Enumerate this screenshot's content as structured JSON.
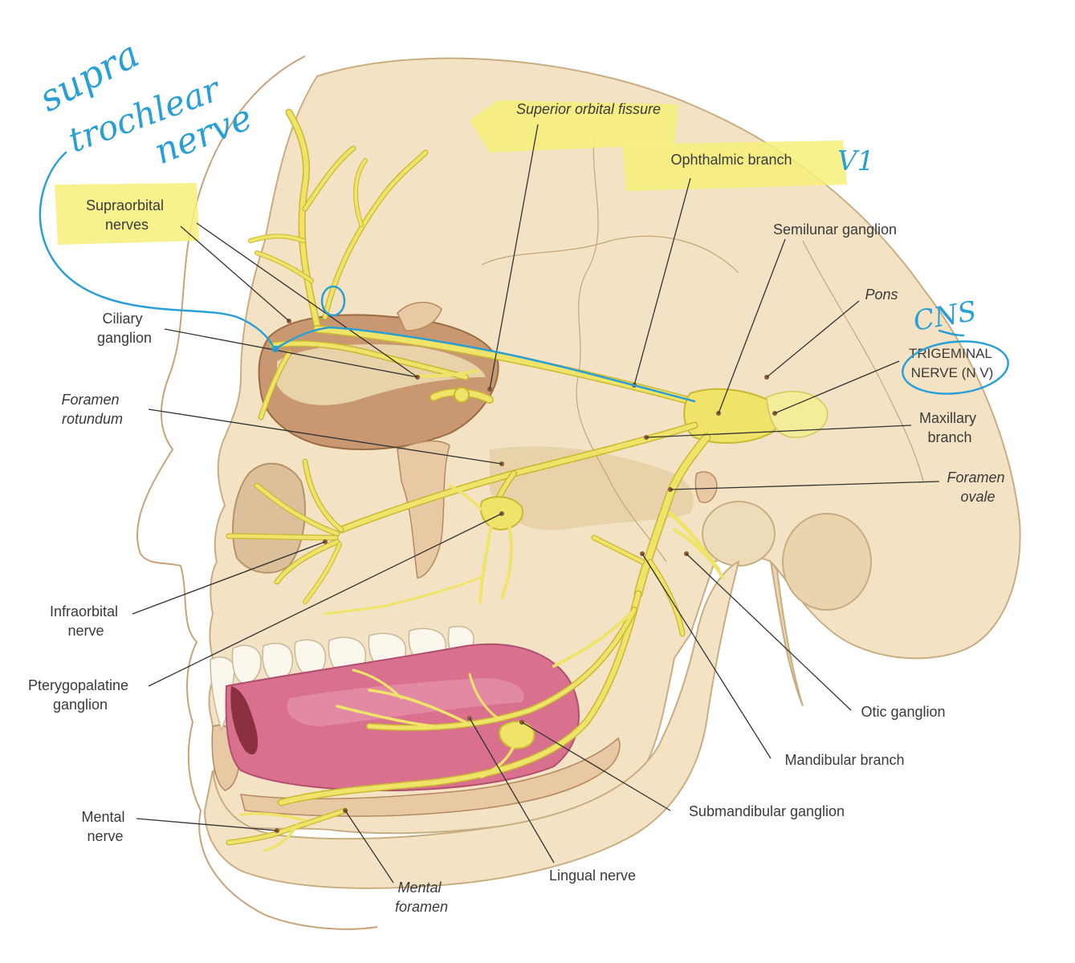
{
  "labels": {
    "supraorbital_nerves": [
      "Supraorbital",
      "nerves"
    ],
    "superior_orbital_fissure": "Superior orbital fissure",
    "ophthalmic_branch": "Ophthalmic branch",
    "semilunar_ganglion": "Semilunar ganglion",
    "pons": "Pons",
    "ciliary_ganglion": [
      "Ciliary",
      "ganglion"
    ],
    "trigeminal_nerve": [
      "TRIGEMINAL",
      "NERVE (N V)"
    ],
    "foramen_rotundum": [
      "Foramen",
      "rotundum"
    ],
    "maxillary_branch": [
      "Maxillary",
      "branch"
    ],
    "foramen_ovale": [
      "Foramen",
      "ovale"
    ],
    "infraorbital_nerve": [
      "Infraorbital",
      "nerve"
    ],
    "pterygopalatine_ganglion": [
      "Pterygopalatine",
      "ganglion"
    ],
    "otic_ganglion": "Otic ganglion",
    "mandibular_branch": "Mandibular branch",
    "submandibular_ganglion": "Submandibular ganglion",
    "mental_nerve": [
      "Mental",
      "nerve"
    ],
    "lingual_nerve": "Lingual nerve",
    "mental_foramen": [
      "Mental",
      "foramen"
    ]
  },
  "handwriting": {
    "supratrochlear": [
      "supra",
      "trochlear",
      "nerve"
    ],
    "v1": "V1",
    "cns": "CNS"
  },
  "colors": {
    "nerve": "#efe36a",
    "bone": "#f3e3c4",
    "tongue": "#d8708e",
    "highlight": "#f6f07a",
    "annotation_ink": "#2a9fd6"
  }
}
